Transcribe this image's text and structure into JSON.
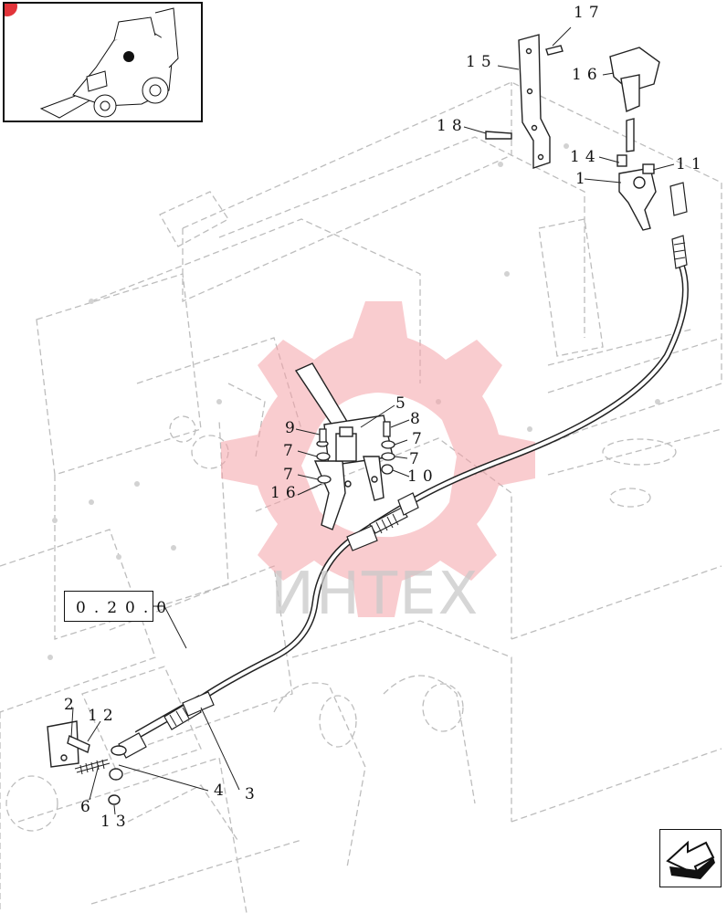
{
  "thumbnail": {
    "label": "machine overview thumbnail"
  },
  "reference_box": {
    "text": "0.20.0"
  },
  "watermark": {
    "text": "ИНТЕХ",
    "gear_color": "#f4a3a8"
  },
  "callouts": {
    "c17": "17",
    "c15": "15",
    "c16": "16",
    "c18": "18",
    "c14": "14",
    "c11": "11",
    "c1": "1",
    "c5": "5",
    "c9": "9",
    "c8": "8",
    "c7a": "7",
    "c7b": "7",
    "c7c": "7",
    "c7d": "7",
    "c16b": "16",
    "c10": "10",
    "c2": "2",
    "c12": "12",
    "c6": "6",
    "c4": "4",
    "c3": "3",
    "c13": "13"
  },
  "nav": {
    "icon": "next-page-arrow-icon"
  }
}
